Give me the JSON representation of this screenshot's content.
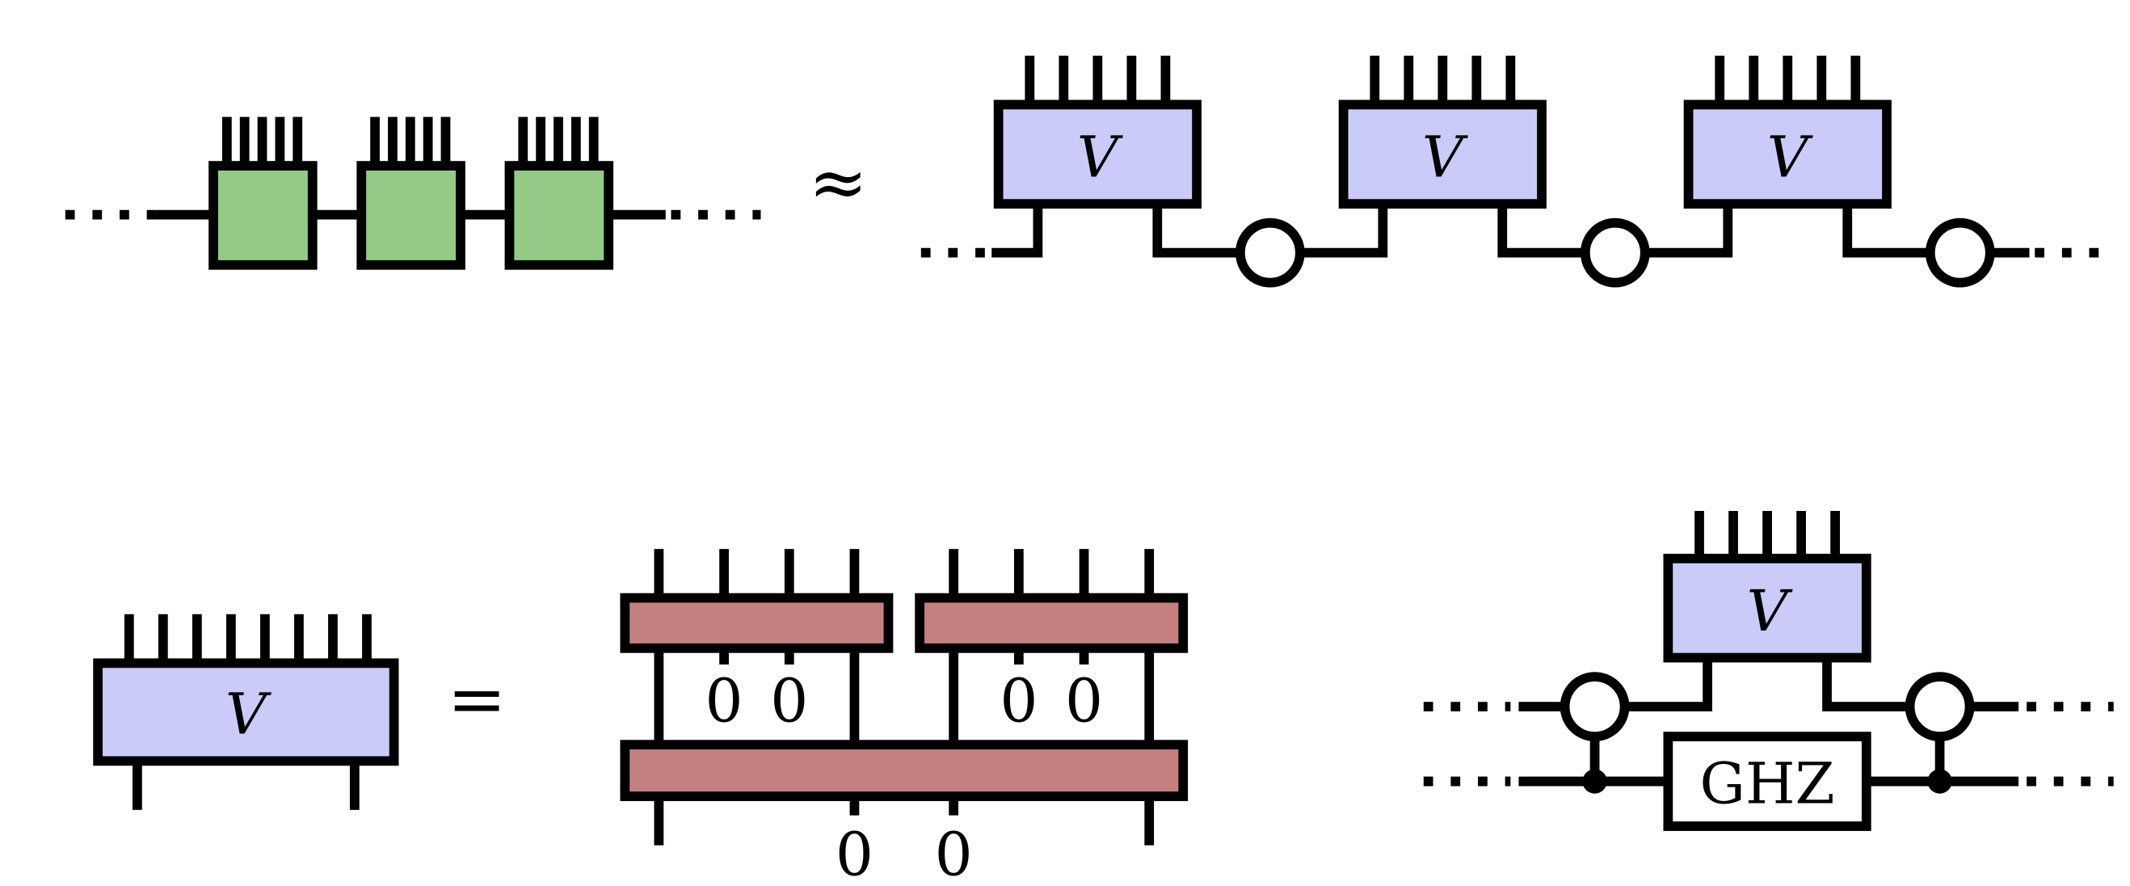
{
  "colors": {
    "green_tensor": "#93CB86",
    "v_tensor": "#CBCBFA",
    "red_tensor": "#C48080",
    "ghz_box": "#FFFFFF",
    "line": "#000000"
  },
  "symbols": {
    "approx": "≈",
    "equals": "="
  },
  "labels": {
    "v": "V",
    "ghz": "GHZ",
    "zero": "0"
  }
}
